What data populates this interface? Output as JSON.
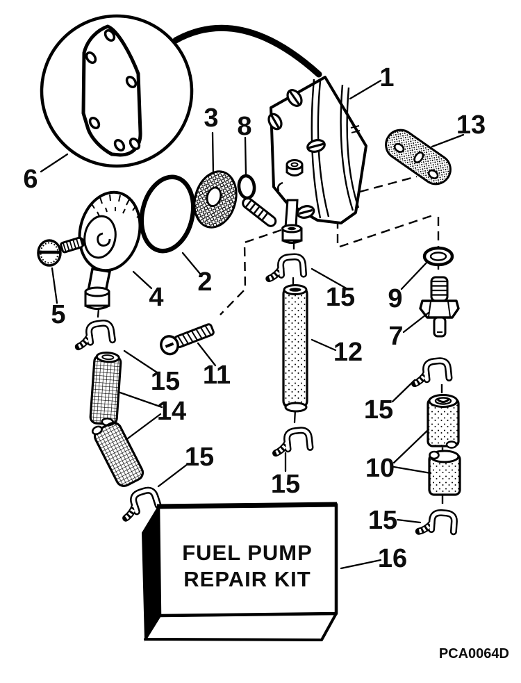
{
  "colors": {
    "ink": "#000000",
    "paper": "#ffffff"
  },
  "labels": {
    "p1": "1",
    "p2": "2",
    "p3": "3",
    "p4": "4",
    "p5": "5",
    "p6": "6",
    "p7": "7",
    "p8": "8",
    "p9": "9",
    "p10": "10",
    "p11": "11",
    "p12": "12",
    "p13": "13",
    "p14": "14",
    "p15": "15",
    "p16": "16"
  },
  "kit_box": {
    "line1": "FUEL PUMP",
    "line2": "REPAIR KIT"
  },
  "drawing_code": "PCA0064D"
}
